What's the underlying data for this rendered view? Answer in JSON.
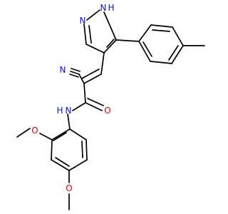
{
  "molecule": {
    "colors": {
      "bond": "#000000",
      "nitrogen": "#1010d0",
      "oxygen": "#e00000"
    },
    "atoms": {
      "pyrazole_nh": {
        "label": "N",
        "h": "H",
        "element": "N"
      },
      "pyrazole_n": {
        "label": "N",
        "element": "N"
      },
      "nitrile_n": {
        "label": "N",
        "element": "N"
      },
      "carbonyl_o": {
        "label": "O",
        "element": "O"
      },
      "amide_n": {
        "label": "N",
        "h": "H",
        "element": "N"
      },
      "methoxy_o1": {
        "label": "O",
        "element": "O"
      },
      "methoxy_o2": {
        "label": "O",
        "element": "O"
      }
    }
  }
}
